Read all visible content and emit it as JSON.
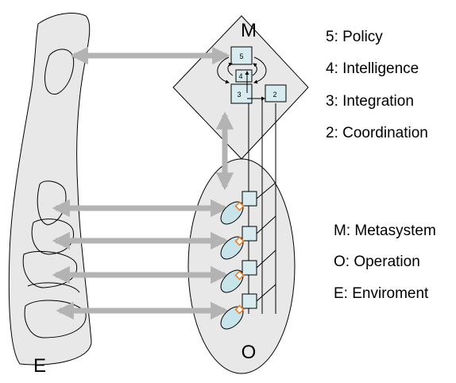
{
  "diagram": {
    "labels": {
      "metasystem": "M",
      "operation": "O",
      "environment": "E"
    },
    "systems": [
      "5",
      "4",
      "3",
      "2"
    ],
    "legend_top": [
      "5: Policy",
      "4: Intelligence",
      "3: Integration",
      "2: Coordination"
    ],
    "legend_bottom": [
      "M: Metasystem",
      "O: Operation",
      "E: Enviroment"
    ],
    "colors": {
      "environment_fill": "#e8e8e8",
      "system_fill": "#d8ecf0",
      "unit_fill": "#c7e4ea",
      "arrow": "#b3b3b3",
      "coupling": "#f07a1c"
    }
  }
}
